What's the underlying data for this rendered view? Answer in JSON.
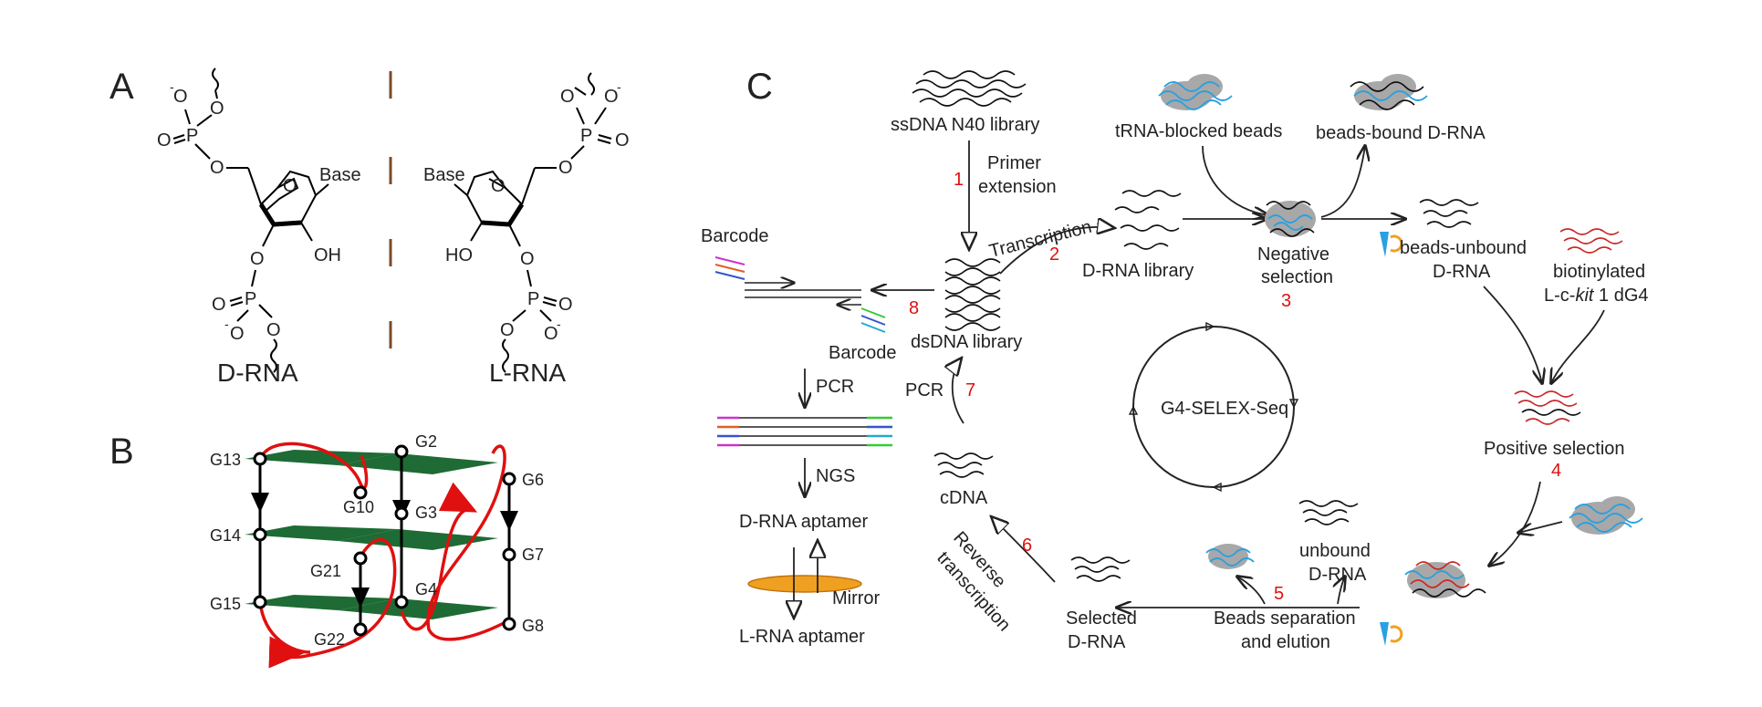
{
  "panelA": {
    "letter": "A",
    "left": {
      "label": "D-RNA",
      "base": "Base",
      "oh": "OH",
      "o_minus": "O",
      "o": "O",
      "p": "P",
      "minus": "-"
    },
    "right": {
      "label": "L-RNA",
      "base": "Base",
      "ho": "HO",
      "o_minus": "O",
      "o": "O",
      "p": "P",
      "minus": "-"
    }
  },
  "panelB": {
    "letter": "B",
    "nodes": [
      "G2",
      "G3",
      "G4",
      "G6",
      "G7",
      "G8",
      "G10",
      "G13",
      "G14",
      "G15",
      "G21",
      "G22"
    ]
  },
  "panelC": {
    "letter": "C",
    "ssdna": "ssDNA N40 library",
    "primer1": "Primer",
    "primer2": "extension",
    "transcription": "Transcription",
    "drna_library": "D-RNA library",
    "trna_beads": "tRNA-blocked beads",
    "beads_bound": "beads-bound D-RNA",
    "neg1": "Negative",
    "neg2": "selection",
    "unbound1": "beads-unbound",
    "unbound2": "D-RNA",
    "biotin1": "biotinylated",
    "biotin2a": "L-c-",
    "biotin2b": "kit",
    "biotin2c": " 1 dG4",
    "positive": "Positive selection",
    "unbound_b1": "unbound",
    "unbound_b2": "D-RNA",
    "beads_sep1": "Beads separation",
    "beads_sep2": "and elution",
    "selected1": "Selected",
    "selected2": "D-RNA",
    "reverse1": "Reverse",
    "reverse2": "transcription",
    "cdna": "cDNA",
    "pcr_cycle": "PCR",
    "dsdna": "dsDNA library",
    "barcode_top": "Barcode",
    "barcode_bottom": "Barcode",
    "pcr": "PCR",
    "ngs": "NGS",
    "drna_aptamer": "D-RNA aptamer",
    "mirror": "Mirror",
    "lrna_aptamer": "L-RNA aptamer",
    "cycle_label": "G4-SELEX-Seq",
    "steps": [
      "1",
      "2",
      "3",
      "4",
      "5",
      "6",
      "7",
      "8"
    ]
  },
  "colors": {
    "red": "#e01010",
    "green": "#1e6b35",
    "blue": "#2aa0e0",
    "darkred": "#c82828",
    "mirror": "#f0a020",
    "divider": "#7a4a2a"
  }
}
